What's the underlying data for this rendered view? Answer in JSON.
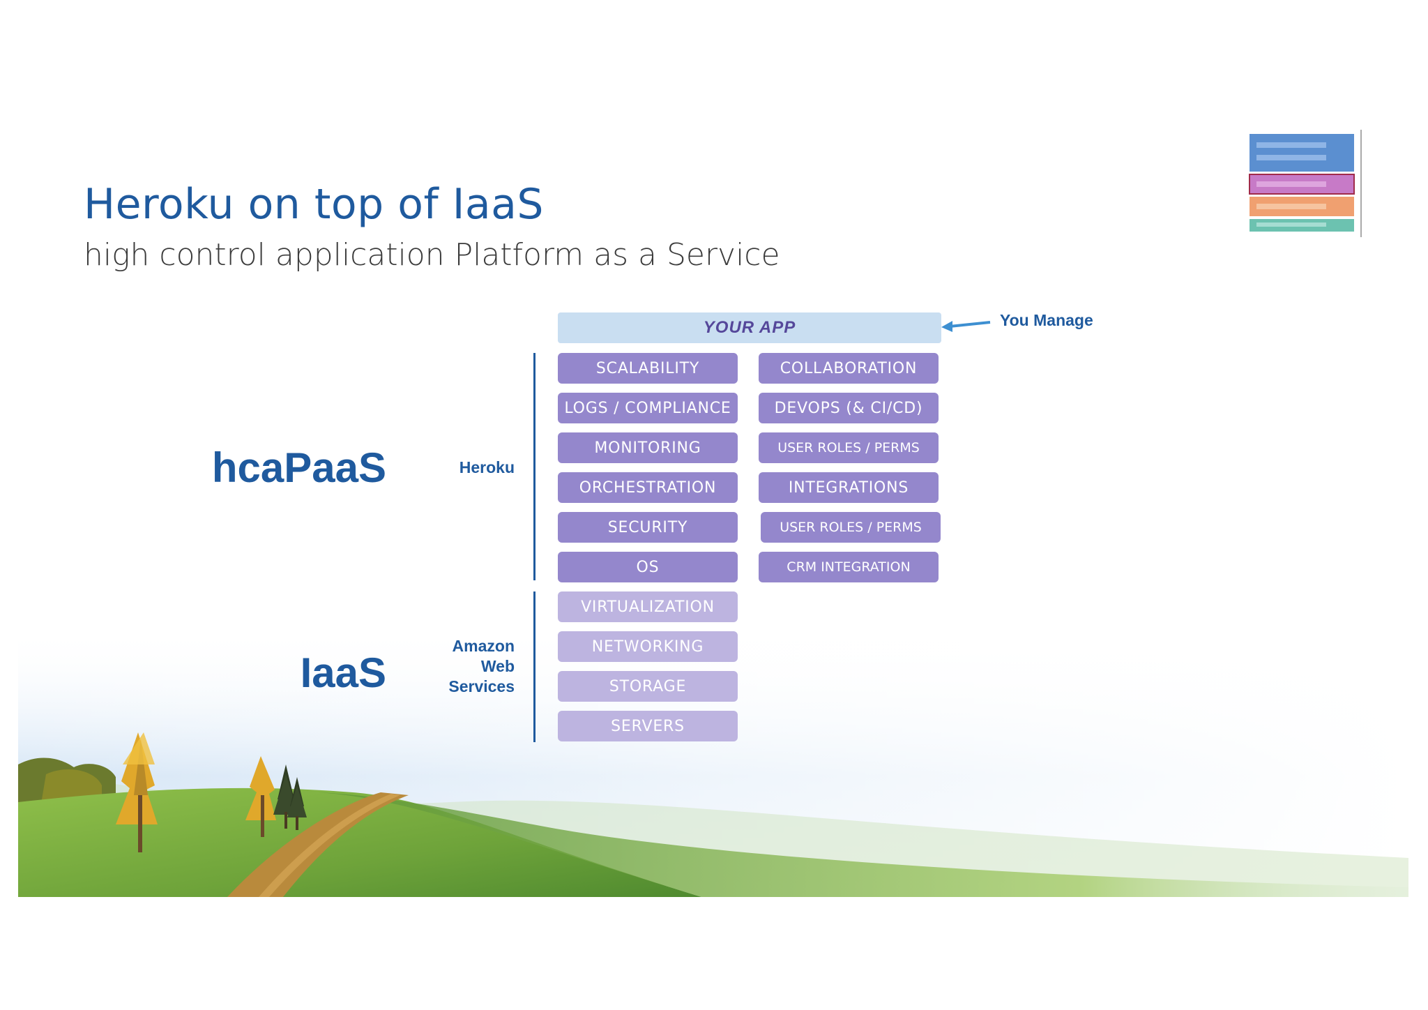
{
  "slide": {
    "title": "Heroku on top of IaaS",
    "subtitle": "high control application Platform as a Service"
  },
  "diagram": {
    "app_box": "YOUR APP",
    "manage_label": "You Manage",
    "hcapaas_label": "hcaPaaS",
    "iaas_label": "IaaS",
    "heroku_label": "Heroku",
    "aws_label_lines": [
      "Amazon",
      "Web",
      "Services"
    ],
    "heroku_left": [
      "SCALABILITY",
      "LOGS / COMPLIANCE",
      "MONITORING",
      "ORCHESTRATION",
      "SECURITY",
      "OS"
    ],
    "heroku_right": [
      "COLLABORATION",
      "DEVOPS (& CI/CD)",
      "USER ROLES / PERMS",
      "INTEGRATIONS",
      "USER ROLES / PERMS",
      "CRM INTEGRATION"
    ],
    "iaas_boxes": [
      "VIRTUALIZATION",
      "NETWORKING",
      "STORAGE",
      "SERVERS"
    ]
  },
  "colors": {
    "title_blue": "#1f5a9e",
    "heroku_box": "#9487cc",
    "iaas_box": "#bdb4e0",
    "app_box": "#c9def1",
    "arrow": "#3d8fd1"
  }
}
